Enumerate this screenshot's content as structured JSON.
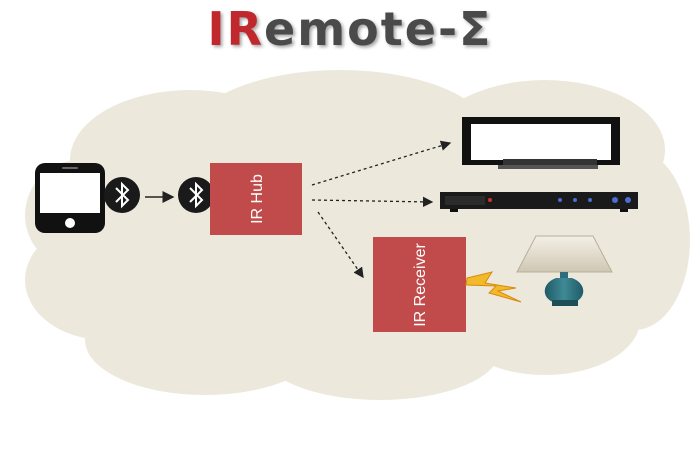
{
  "title": {
    "prefix": "IR",
    "rest": "emote-Σ"
  },
  "nodes": {
    "hub": {
      "label": "IR Hub"
    },
    "receiver": {
      "label": "IR Receiver"
    }
  },
  "icons": [
    "smartphone-icon",
    "bluetooth-icon",
    "tv-icon",
    "set-top-box-icon",
    "lamp-icon",
    "lightning-icon",
    "cloud-shape"
  ],
  "colors": {
    "box": "#c14a4a",
    "cloud": "#ece9dc",
    "title_accent": "#c0282d",
    "title_gray": "#4a4a4a",
    "bolt": "#f2b92a"
  }
}
